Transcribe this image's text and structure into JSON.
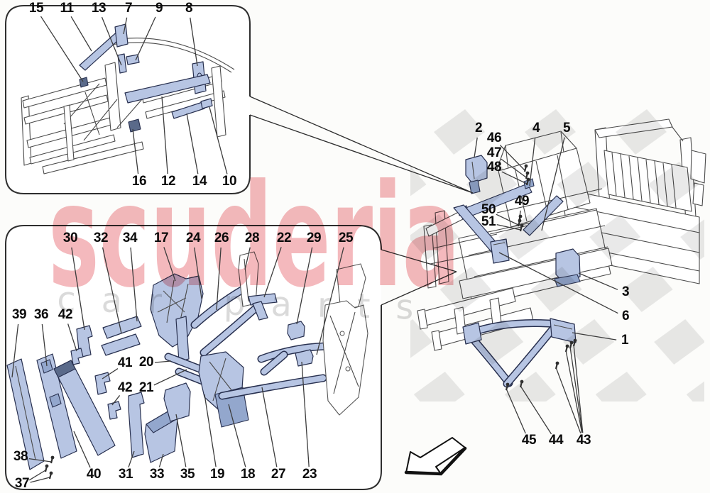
{
  "page": {
    "background": "#fcfcfa"
  },
  "watermark": {
    "brand": "scuderia",
    "subbrand": "car parts",
    "brand_color": "#f4b9bd",
    "sub_color": "#d4d4d4"
  },
  "colors": {
    "highlight_part_fill": "#b7c5e3",
    "highlight_part_outline": "#28304f",
    "line_art": "#4a4a4a",
    "checker_diamond": "#d7d7d7"
  },
  "diagram": {
    "description_icons": {
      "direction_arrow": "arrow-down-left"
    },
    "callout_groups": [
      {
        "name": "front-structures-inset",
        "callouts": [
          {
            "n": "15",
            "l": [
              51,
              13
            ],
            "t": [
              [
                117,
                115
              ]
            ]
          },
          {
            "n": "11",
            "l": [
              94,
              13
            ],
            "t": [
              [
                129,
                72
              ]
            ]
          },
          {
            "n": "13",
            "l": [
              139,
              13
            ],
            "t": [
              [
                171,
                92
              ]
            ]
          },
          {
            "n": "7",
            "l": [
              181,
              13
            ],
            "t": [
              [
                174,
                48
              ]
            ]
          },
          {
            "n": "9",
            "l": [
              224,
              13
            ],
            "t": [
              [
                191,
                85
              ]
            ]
          },
          {
            "n": "8",
            "l": [
              266,
              13
            ],
            "t": [
              [
                278,
                93
              ]
            ]
          },
          {
            "n": "16",
            "l": [
              196,
              257
            ],
            "t": [
              [
                187,
                182
              ]
            ]
          },
          {
            "n": "12",
            "l": [
              237,
              257
            ],
            "t": [
              [
                228,
                136
              ]
            ]
          },
          {
            "n": "14",
            "l": [
              281,
              257
            ],
            "t": [
              [
                263,
                160
              ]
            ]
          },
          {
            "n": "10",
            "l": [
              323,
              257
            ],
            "t": [
              [
                295,
                151
              ]
            ]
          }
        ]
      },
      {
        "name": "body-elements-inset",
        "callouts": [
          {
            "n": "30",
            "l": [
              99,
              337
            ],
            "t": [
              [
                119,
                465
              ]
            ]
          },
          {
            "n": "32",
            "l": [
              142,
              337
            ],
            "t": [
              [
                171,
                470
              ]
            ]
          },
          {
            "n": "34",
            "l": [
              183,
              337
            ],
            "t": [
              [
                193,
                453
              ]
            ]
          },
          {
            "n": "17",
            "l": [
              227,
              337
            ],
            "t": [
              [
                247,
                396
              ]
            ]
          },
          {
            "n": "24",
            "l": [
              272,
              337
            ],
            "t": [
              [
                284,
                421
              ]
            ]
          },
          {
            "n": "26",
            "l": [
              312,
              337
            ],
            "t": [
              [
                305,
                437
              ]
            ]
          },
          {
            "n": "28",
            "l": [
              355,
              337
            ],
            "t": [
              [
                345,
                380
              ]
            ]
          },
          {
            "n": "22",
            "l": [
              400,
              337
            ],
            "t": [
              [
                372,
                419
              ]
            ]
          },
          {
            "n": "29",
            "l": [
              442,
              337
            ],
            "t": [
              [
                418,
                457
              ]
            ]
          },
          {
            "n": "25",
            "l": [
              487,
              337
            ],
            "t": [
              [
                446,
                500
              ]
            ]
          },
          {
            "n": "39",
            "l": [
              27,
              445
            ],
            "t": [
              [
                17,
                532
              ]
            ]
          },
          {
            "n": "36",
            "l": [
              58,
              445
            ],
            "t": [
              [
                66,
                516
              ]
            ]
          },
          {
            "n": "42",
            "l": [
              92,
              445
            ],
            "t": [
              [
                108,
                495
              ]
            ]
          },
          {
            "n": "41",
            "l": [
              176,
              513
            ],
            "t": [
              [
                144,
                534
              ]
            ]
          },
          {
            "n": "20",
            "l": [
              206,
              512
            ],
            "t": [
              [
                241,
                509
              ]
            ]
          },
          {
            "n": "21",
            "l": [
              206,
              548
            ],
            "t": [
              [
                263,
                521
              ]
            ]
          },
          {
            "n": "42",
            "l": [
              176,
              548
            ],
            "t": [
              [
                158,
                571
              ]
            ]
          },
          {
            "n": "38",
            "l": [
              29,
              645
            ],
            "t": [
              [
                72,
                651
              ]
            ],
            "screw": true
          },
          {
            "n": "37",
            "l": [
              31,
              683
            ],
            "t": [
              [
                64,
                663
              ],
              [
                70,
                673
              ]
            ],
            "screw": true
          },
          {
            "n": "40",
            "l": [
              132,
              670
            ],
            "t": [
              [
                104,
                608
              ]
            ]
          },
          {
            "n": "31",
            "l": [
              177,
              670
            ],
            "t": [
              [
                189,
                636
              ]
            ]
          },
          {
            "n": "33",
            "l": [
              221,
              670
            ],
            "t": [
              [
                230,
                640
              ]
            ]
          },
          {
            "n": "35",
            "l": [
              264,
              670
            ],
            "t": [
              [
                248,
                584
              ]
            ]
          },
          {
            "n": "19",
            "l": [
              306,
              670
            ],
            "t": [
              [
                288,
                556
              ]
            ]
          },
          {
            "n": "18",
            "l": [
              349,
              670
            ],
            "t": [
              [
                322,
                570
              ]
            ]
          },
          {
            "n": "27",
            "l": [
              392,
              670
            ],
            "t": [
              [
                369,
                546
              ]
            ]
          },
          {
            "n": "23",
            "l": [
              436,
              670
            ],
            "t": [
              [
                425,
                510
              ]
            ]
          }
        ]
      },
      {
        "name": "main-chassis",
        "callouts": [
          {
            "n": "2",
            "l": [
              674,
              182
            ],
            "t": [
              [
                668,
                222
              ]
            ]
          },
          {
            "n": "46",
            "l": [
              696,
              196
            ],
            "t": [
              [
                739,
                240
              ]
            ],
            "screw": true
          },
          {
            "n": "47",
            "l": [
              696,
              217
            ],
            "t": [
              [
                741,
                250
              ]
            ],
            "screw": true
          },
          {
            "n": "48",
            "l": [
              696,
              237
            ],
            "t": [
              [
                742,
                259
              ]
            ],
            "screw": true
          },
          {
            "n": "4",
            "l": [
              755,
              182
            ],
            "t": [
              [
                746,
                262
              ]
            ]
          },
          {
            "n": "5",
            "l": [
              798,
              182
            ],
            "t": [
              [
                763,
                325
              ]
            ]
          },
          {
            "n": "49",
            "l": [
              735,
              285
            ],
            "t": [
              [
                731,
                311
              ]
            ],
            "screw": true
          },
          {
            "n": "50",
            "l": [
              688,
              297
            ],
            "t": [
              [
                730,
                317
              ]
            ],
            "screw": true
          },
          {
            "n": "51",
            "l": [
              688,
              314
            ],
            "t": [
              [
                733,
                324
              ]
            ],
            "screw": true
          },
          {
            "n": "3",
            "l": [
              881,
              413
            ],
            "t": [
              [
                815,
                385
              ]
            ]
          },
          {
            "n": "6",
            "l": [
              881,
              447
            ],
            "t": [
              [
                703,
                356
              ]
            ]
          },
          {
            "n": "1",
            "l": [
              880,
              481
            ],
            "t": [
              [
                806,
                469
              ]
            ]
          },
          {
            "n": "45",
            "l": [
              745,
              622
            ],
            "t": [
              [
                713,
                548
              ]
            ],
            "screw": true
          },
          {
            "n": "44",
            "l": [
              783,
              622
            ],
            "t": [
              [
                733,
                544
              ]
            ],
            "screw": true
          },
          {
            "n": "43",
            "l": [
              822,
              622
            ],
            "t": [
              [
                783,
                518
              ],
              [
                797,
                494
              ],
              [
                803,
                489
              ],
              [
                808,
                486
              ]
            ],
            "screw": true
          }
        ]
      }
    ]
  }
}
